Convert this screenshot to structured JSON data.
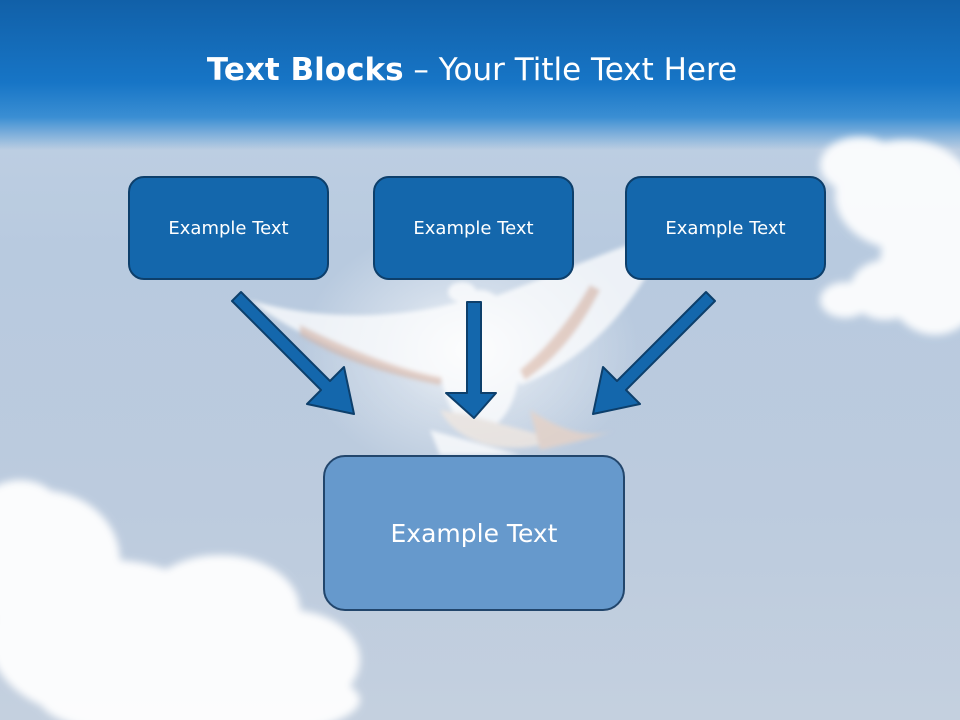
{
  "slide": {
    "title_bold": "Text Blocks",
    "title_dash": " – ",
    "title_rest": "Your Title Text Here",
    "blocks": [
      {
        "label": "Example Text"
      },
      {
        "label": "Example Text"
      },
      {
        "label": "Example Text"
      }
    ],
    "center_block": {
      "label": "Example Text"
    }
  },
  "colors": {
    "header": "#1775c6",
    "small_box_fill": "#1467ac",
    "small_box_border": "#0d3f6b",
    "big_box_fill": "#6699cc",
    "arrow": "#1467ac"
  },
  "icons": [
    "dove-image",
    "cloud-image",
    "arrow-down-icon"
  ]
}
